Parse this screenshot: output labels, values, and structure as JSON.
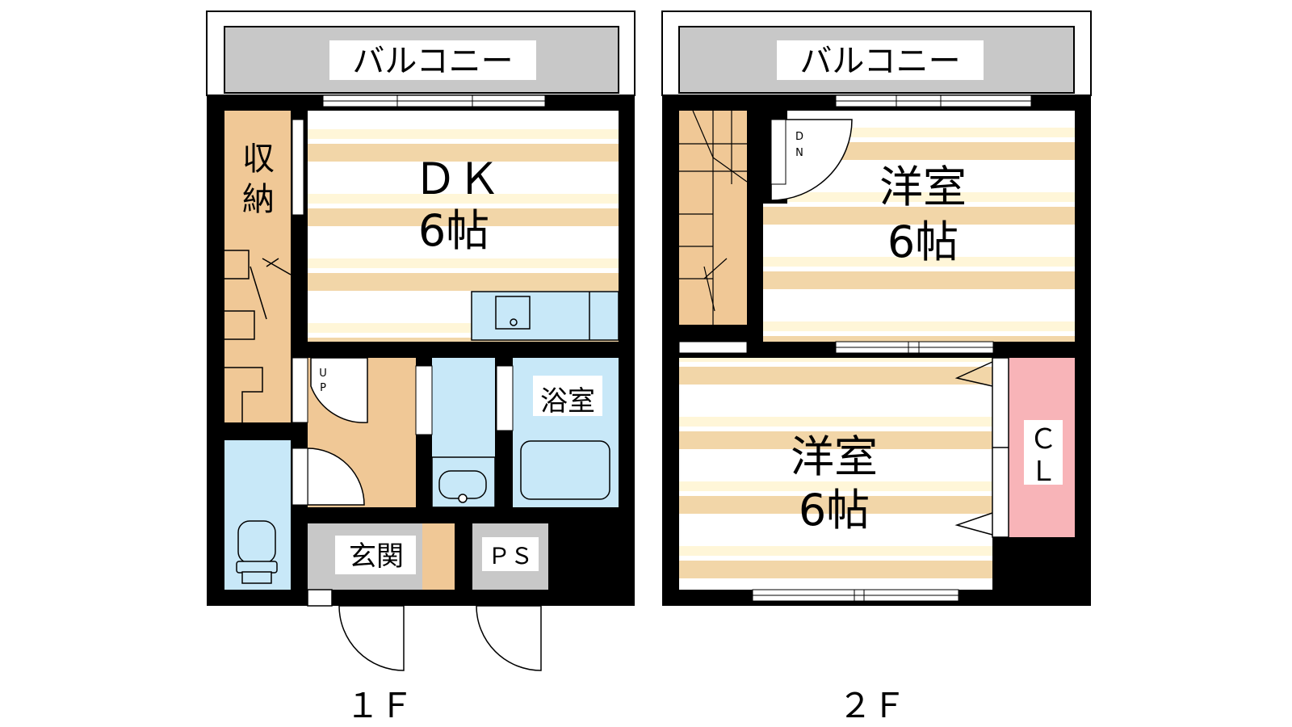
{
  "floors": [
    {
      "name": "1F",
      "label": "１Ｆ",
      "balcony": "バルコニー",
      "rooms": [
        {
          "id": "dk",
          "name": "ＤＫ",
          "size": "6帖"
        },
        {
          "id": "storage",
          "name_line1": "収",
          "name_line2": "納"
        },
        {
          "id": "bath",
          "name": "浴室"
        },
        {
          "id": "entrance",
          "name": "玄関"
        },
        {
          "id": "ps",
          "name": "ＰＳ"
        }
      ],
      "stair_mark": {
        "line1": "U",
        "line2": "P"
      }
    },
    {
      "name": "2F",
      "label": "２Ｆ",
      "balcony": "バルコニー",
      "rooms": [
        {
          "id": "western-upper",
          "name": "洋室",
          "size": "6帖"
        },
        {
          "id": "western-lower",
          "name": "洋室",
          "size": "6帖"
        },
        {
          "id": "closet",
          "name_line1": "Ｃ",
          "name_line2": "Ｌ"
        }
      ],
      "stair_mark": {
        "line1": "D",
        "line2": "N"
      }
    }
  ],
  "colors": {
    "wall": "#000000",
    "balcony": "#c8c8c8",
    "floor_stripe": "#f2d6a8",
    "floor_stripe_light": "#fff6d8",
    "wood": "#f0c896",
    "water": "#c8e8f8",
    "closet": "#f8b4b8",
    "entrance": "#c8c8c8"
  }
}
